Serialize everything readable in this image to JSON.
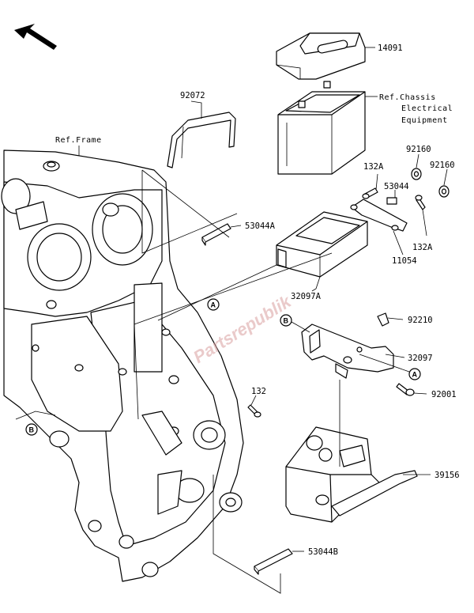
{
  "labels": {
    "p14091": "14091",
    "ref_chassis_1": "Ref.Chassis",
    "ref_chassis_2": "Electrical",
    "ref_chassis_3": "Equipment",
    "p92072": "92072",
    "ref_frame": "Ref.Frame",
    "p92160_a": "92160",
    "p92160_b": "92160",
    "p132A_a": "132A",
    "p53044": "53044",
    "p53044A": "53044A",
    "p132A_b": "132A",
    "p11054": "11054",
    "p32097A": "32097A",
    "p92210": "92210",
    "p32097": "32097",
    "p92001": "92001",
    "p132": "132",
    "p39156": "39156",
    "p53044B": "53044B",
    "callout_a": "A",
    "callout_b": "B",
    "watermark": "Partsrepublik"
  },
  "colors": {
    "line": "#000000",
    "fill": "#ffffff",
    "shade": "#d8d8d8",
    "watermark": "#d9a0a0"
  },
  "icons": {
    "direction_arrow": "front-direction-arrow-icon"
  }
}
